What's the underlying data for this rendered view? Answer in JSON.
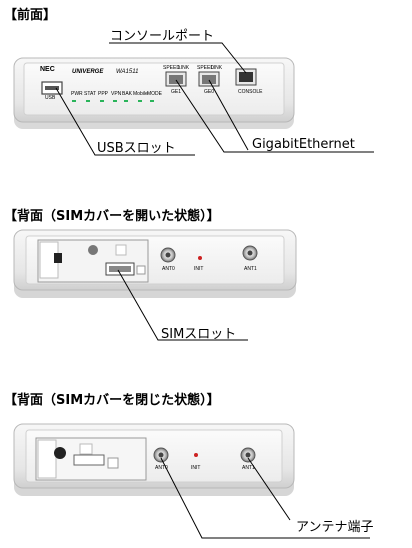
{
  "sections": {
    "front": {
      "heading": "【前面】"
    },
    "back_open": {
      "heading": "【背面（SIMカバーを開いた状態）】"
    },
    "back_closed": {
      "heading": "【背面（SIMカバーを閉じた状態）】"
    }
  },
  "callouts": {
    "console_port": "コンソールポート",
    "usb_slot": "USBスロット",
    "gigabit_ethernet": "GigabitEthernet",
    "sim_slot": "SIMスロット",
    "antenna_terminal": "アンテナ端子"
  },
  "device": {
    "brand": "NEC",
    "series": "UNIVERGE",
    "model": "WA1511",
    "usb_label": "USB",
    "leds": [
      "PWR",
      "STAT",
      "PPP",
      "VPN",
      "BAK",
      "Mobile",
      "MODE"
    ],
    "port_ge0_labels": [
      "SPEED",
      "LINK"
    ],
    "port_ge0_name": "GE0",
    "port_ge1_labels": [
      "SPEED",
      "LINK"
    ],
    "port_ge1_name": "GE1",
    "console_label": "CONSOLE",
    "ant0_label": "ANT0",
    "ant1_label": "ANT1",
    "init_label": "INIT"
  }
}
